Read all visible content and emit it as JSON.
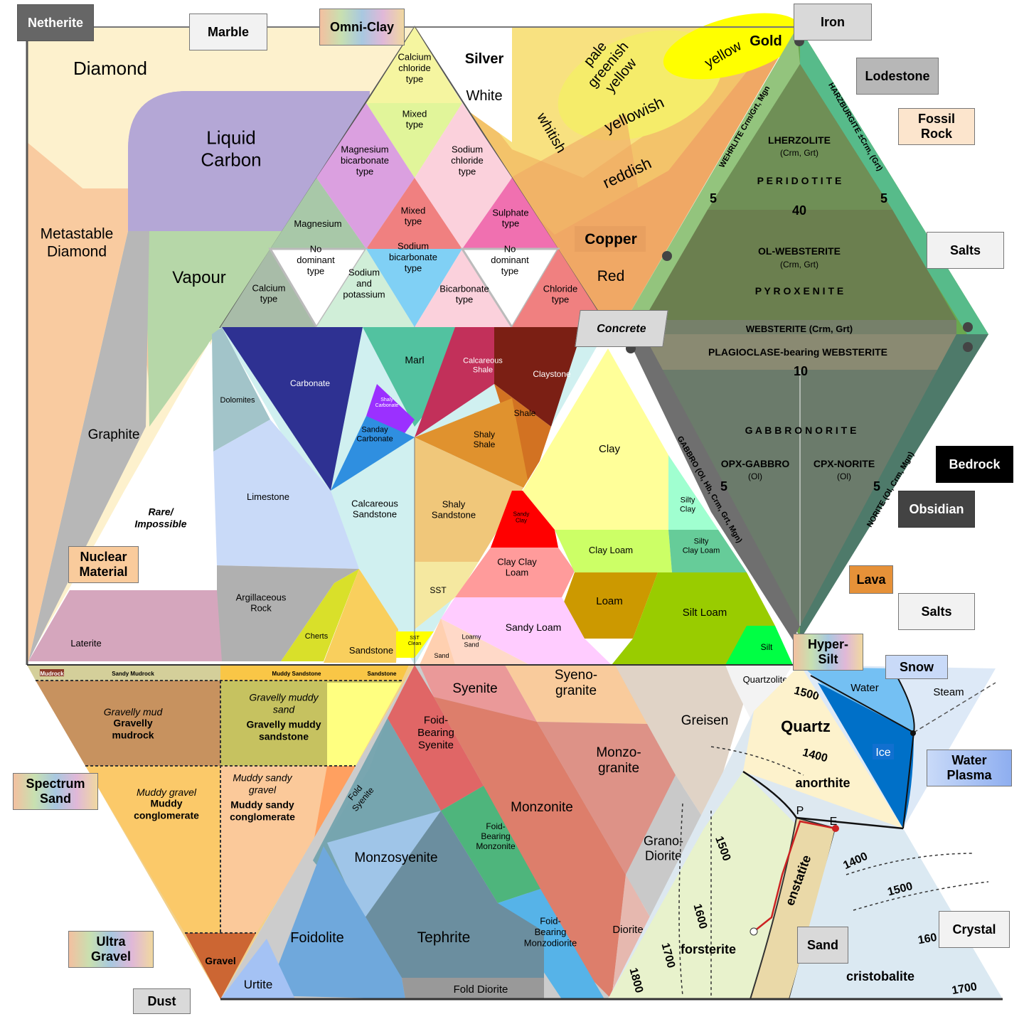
{
  "phase": {
    "diamond": "Diamond",
    "liquid_carbon": "Liquid\nCarbon",
    "metastable": "Metastable\nDiamond",
    "vapour": "Vapour",
    "graphite": "Graphite",
    "rare": "Rare/\nImpossible"
  },
  "water_types": {
    "calcium_chloride": "Calcium\nchloride\ntype",
    "mixed_top": "Mixed\ntype",
    "magnesium_bicarbonate": "Magnesium\nbicarbonate\ntype",
    "sodium_chloride": "Sodium\nchloride\ntype",
    "mixed_mid": "Mixed\ntype",
    "magnesium": "Magnesium",
    "sulphate": "Sulphate\ntype",
    "no_dominant_left": "No\ndominant\ntype",
    "sodium_bicarbonate": "Sodium\nbicarbonate\ntype",
    "no_dominant_right": "No\ndominant\ntype",
    "calcium": "Calcium\ntype",
    "sodium_potassium": "Sodium\nand\npotassium",
    "bicarbonate": "Bicarbonate\ntype",
    "chloride": "Chloride\ntype"
  },
  "colors_region": {
    "silver": "Silver",
    "white": "White",
    "whitish": "whitish",
    "pale_greenish_yellow": "pale\ngreenish\nyellow",
    "yellow": "yellow",
    "gold": "Gold",
    "yellowish": "yellowish",
    "reddish": "reddish",
    "copper": "Copper",
    "red": "Red"
  },
  "ultramafic": {
    "lherzolite": "LHERZOLITE",
    "lherzolite_sub": "(Crm, Grt)",
    "peridotite": "P E R I D O T I T E",
    "n40": "40",
    "ol_websterite": "OL-WEBSTERITE",
    "ol_websterite_sub": "(Crm, Grt)",
    "pyroxenite": "P Y R O X E N I T E",
    "websterite": "WEBSTERITE (Crm, Grt)",
    "plag_websterite": "PLAGIOCLASE-bearing WEBSTERITE",
    "n10": "10",
    "gabbronorite": "G A B B R O N O R I T E",
    "opx_gabbro": "OPX-GABBRO",
    "opx_gabbro_sub": "(Ol)",
    "cpx_norite": "CPX-NORITE",
    "cpx_norite_sub": "(Ol)",
    "wehrlite": "WEHRLITE Crm/Grt, Mgn",
    "harzburgite": "HARZBURGITE ±Crm, (Grt)",
    "gabbro_side": "GABBRO (Ol, Hb, Crm, Grt, Mgn)",
    "norite_side": "NORITE (Ol, Crm, Mgn)",
    "five": "5"
  },
  "carbonate": {
    "carbonate": "Carbonate",
    "marl": "Marl",
    "calcareous_shale": "Calcareous\nShale",
    "claystone": "Claystone",
    "dolomites": "Dolomites",
    "shaly_carbonate": "Shaly\nCarbonate",
    "sanday_carbonate": "Sanday\nCarbonate",
    "shale": "Shale",
    "shaly_shale": "Shaly\nShale",
    "limestone": "Limestone",
    "calcareous_sandstone": "Calcareous\nSandstone",
    "shaly_sandstone": "Shaly\nSandstone",
    "sst": "SST",
    "argillaceous": "Argillaceous\nRock",
    "cherts": "Cherts",
    "sandstone": "Sandstone",
    "sst_clean": "SST\nClean",
    "laterite": "Laterite"
  },
  "soil": {
    "clay": "Clay",
    "silty_clay": "Silty\nClay",
    "sandy_clay": "Sandy\nClay",
    "clay_loam": "Clay Loam",
    "silty_clay_loam": "Silty\nClay Loam",
    "clay_clay_loam": "Clay Clay\nLoam",
    "loam": "Loam",
    "silt_loam": "Silt Loam",
    "sandy_loam": "Sandy Loam",
    "loamy_sand": "Loamy\nSand",
    "sand": "Sand",
    "silt": "Silt"
  },
  "sediment": {
    "mudrock": "Mudrock",
    "sandy_mudrock": "Sandy Mudrock",
    "muddy_sandstone": "Muddy Sandstone",
    "sandstone": "Sandstone",
    "gravelly_mud": "Gravelly mud",
    "gravelly_mudrock": "Gravelly\nmudrock",
    "gravelly_muddy_sand": "Gravelly muddy\nsand",
    "gravelly_muddy_sandstone": "Gravelly muddy\nsandstone",
    "muddy_gravel": "Muddy gravel",
    "muddy_conglomerate": "Muddy\nconglomerate",
    "muddy_sandy_gravel": "Muddy sandy\ngravel",
    "muddy_sandy_conglomerate": "Muddy sandy\nconglomerate",
    "gravel": "Gravel"
  },
  "igneous": {
    "syenite": "Syenite",
    "syenogranite": "Syeno-\ngranite",
    "greisen": "Greisen",
    "quartzolite": "Quartzolite",
    "foid_syenite": "Foid-\nBearing\nSyenite",
    "monzogranite": "Monzo-\ngranite",
    "fold_syenite": "Fold\nSyenite",
    "monzonite": "Monzonite",
    "monzosyenite": "Monzosyenite",
    "foid_monzonite": "Foid-\nBearing\nMonzonite",
    "granodiorite": "Grano-\nDiorite",
    "foidolite": "Foidolite",
    "tephrite": "Tephrite",
    "foid_monzodiorite": "Foid-\nBearing\nMonzodiorite",
    "diorite": "Diorite",
    "urtite": "Urtite",
    "fold_diorite": "Fold Diorite"
  },
  "silica": {
    "quartz": "Quartz",
    "anorthite": "anorthite",
    "forsterite": "forsterite",
    "enstatite": "enstatite",
    "cristobalite": "cristobalite",
    "p": "P",
    "e": "E",
    "t1500a": "1500",
    "t1400a": "1400",
    "t1500b": "1500",
    "t1600a": "1600",
    "t1700a": "1700",
    "t1800a": "1800",
    "t1400b": "1400",
    "t1500c": "1500",
    "t1600b": "160",
    "t1700b": "1700"
  },
  "water_phase": {
    "water": "Water",
    "steam": "Steam",
    "ice": "Ice"
  },
  "tags": {
    "netherite": "Netherite",
    "marble": "Marble",
    "omni_clay": "Omni-Clay",
    "iron": "Iron",
    "lodestone": "Lodestone",
    "fossil_rock": "Fossil\nRock",
    "salts_top": "Salts",
    "concrete": "Concrete",
    "bedrock": "Bedrock",
    "obsidian": "Obsidian",
    "lava": "Lava",
    "salts_bottom": "Salts",
    "nuclear": "Nuclear\nMaterial",
    "hyper_silt": "Hyper-\nSilt",
    "snow": "Snow",
    "water_plasma": "Water\nPlasma",
    "spectrum_sand": "Spectrum\nSand",
    "ultra_gravel": "Ultra\nGravel",
    "dust": "Dust",
    "sand": "Sand",
    "crystal": "Crystal"
  }
}
